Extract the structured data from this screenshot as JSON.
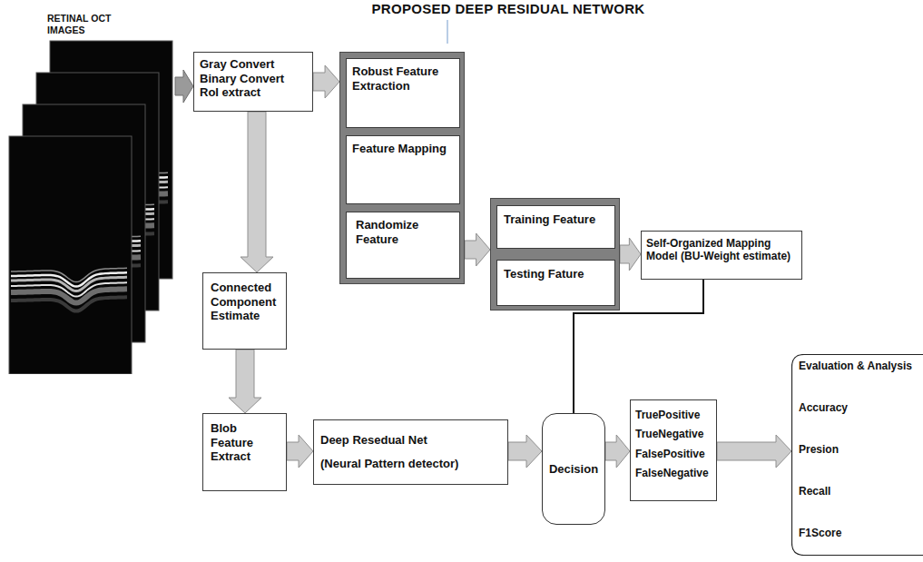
{
  "diagram": {
    "title": "PROPOSED DEEP RESIDUAL NETWORK",
    "nodes": [
      {
        "text": [
          "RETINAL OCT IMAGES"
        ]
      },
      {
        "text": [
          "Gray Convert Binary Convert RoI extract"
        ]
      },
      {
        "text": []
      },
      {
        "text": [
          "Robust Feature Extraction"
        ],
        "in": 2
      },
      {
        "text": [
          "Feature Mapping"
        ],
        "in": 2
      },
      {
        "text": [
          "Randomize Feature"
        ],
        "in": 2
      },
      {
        "text": []
      },
      {
        "text": [
          "Training Feature"
        ],
        "in": 6
      },
      {
        "text": [
          "Testing Fature"
        ],
        "in": 6
      },
      {
        "text": [
          "Self-Organized Mapping Model (BU-Weight estimate)"
        ]
      },
      {
        "text": [
          "Connected Component Estimate"
        ]
      },
      {
        "text": [
          "Blob Feature Extract"
        ]
      },
      {
        "text": [
          "Deep Resedual Net",
          "(Neural Pattern detector)"
        ]
      },
      {
        "text": [
          "Decision"
        ]
      },
      {
        "text": [
          "TruePositive",
          "TrueNegative",
          "FalsePositive",
          "FalseNegative"
        ]
      },
      {
        "text": [
          "Evaluation & Analysis",
          "Accuracy",
          "Presion",
          "Recall",
          "F1Score"
        ]
      }
    ],
    "edges": [
      {
        "from": 0,
        "to": 1,
        "arrow": "to"
      },
      {
        "from": 1,
        "to": 2,
        "arrow": "to"
      },
      {
        "from": 1,
        "to": 10,
        "arrow": "to"
      },
      {
        "from": 2,
        "to": 6,
        "arrow": "to"
      },
      {
        "from": 6,
        "to": 9,
        "arrow": "to"
      },
      {
        "from": 9,
        "to": 13,
        "arrow": "none"
      },
      {
        "from": 10,
        "to": 11,
        "arrow": "to"
      },
      {
        "from": 11,
        "to": 12,
        "arrow": "to"
      },
      {
        "from": 12,
        "to": 13,
        "arrow": "to"
      },
      {
        "from": 13,
        "to": 14,
        "arrow": "to"
      },
      {
        "from": 14,
        "to": 15,
        "arrow": "to"
      }
    ]
  }
}
